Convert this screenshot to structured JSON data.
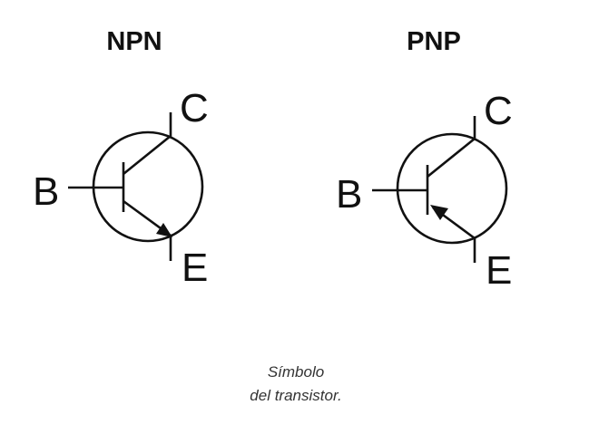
{
  "npn": {
    "title": "NPN",
    "base": "B",
    "collector": "C",
    "emitter": "E"
  },
  "pnp": {
    "title": "PNP",
    "base": "B",
    "collector": "C",
    "emitter": "E"
  },
  "caption": {
    "line1": "Símbolo",
    "line2": "del transistor."
  }
}
